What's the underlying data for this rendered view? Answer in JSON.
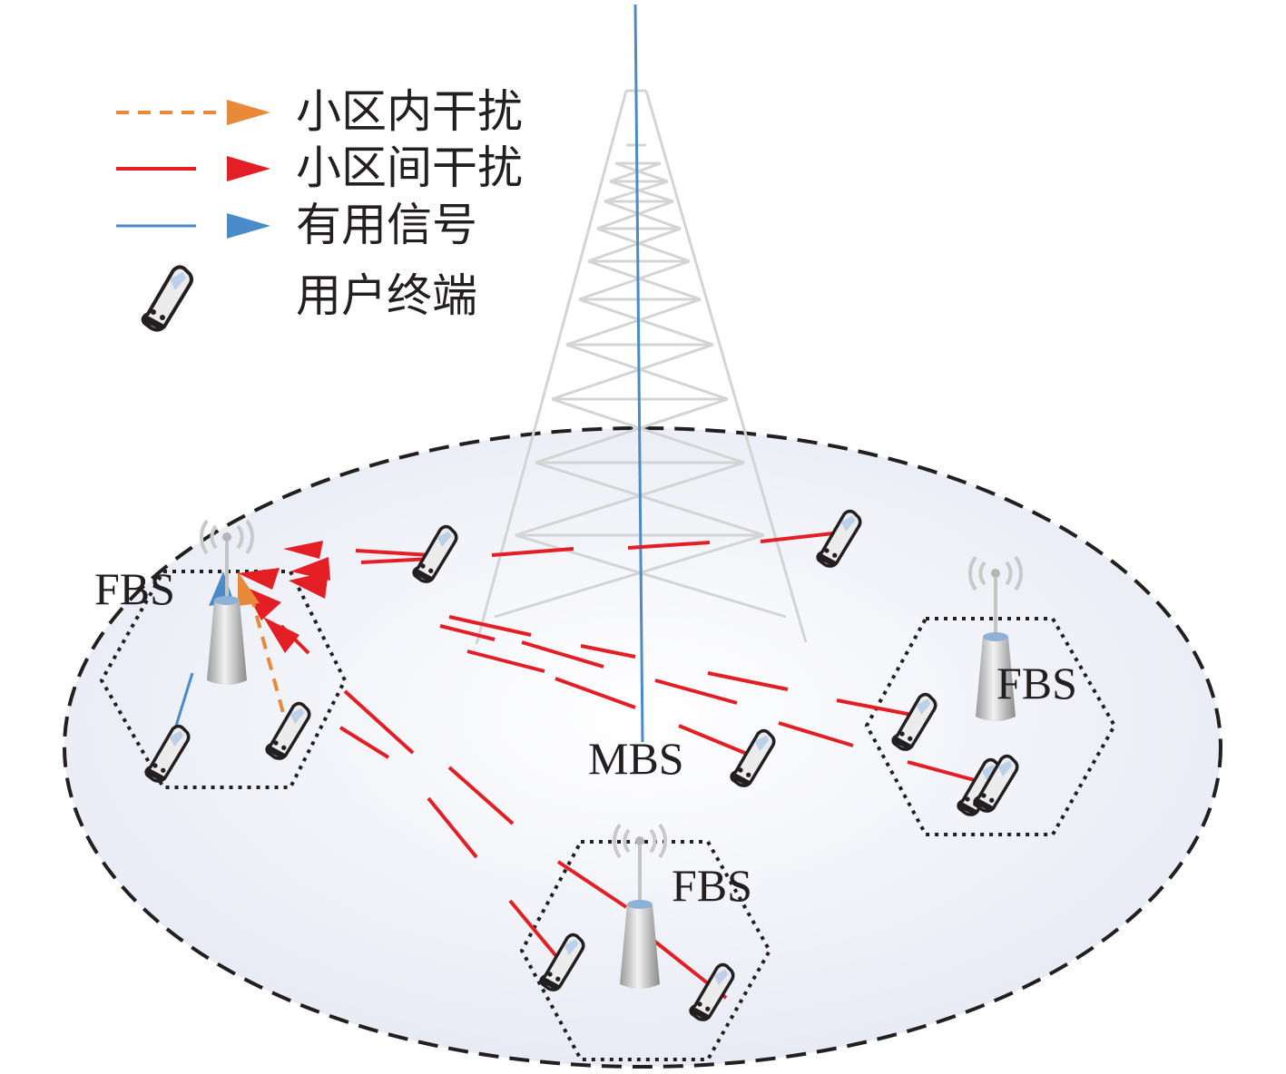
{
  "legend": {
    "intra_cell_interference": "小区内干扰",
    "inter_cell_interference": "小区间干扰",
    "useful_signal": "有用信号",
    "user_terminal": "用户终端"
  },
  "labels": {
    "macro_base_station": "MBS",
    "femto_base_station_left": "FBS",
    "femto_base_station_right": "FBS",
    "femto_base_station_bottom": "FBS"
  },
  "colors": {
    "intra_cell_interference": "#e8893a",
    "inter_cell_interference": "#e31e24",
    "useful_signal": "#4a8bc9",
    "macro_cell_boundary": "#231f20",
    "femto_cell_boundary": "#231f20"
  },
  "icons": {
    "user_terminal": "mobile-phone-icon",
    "femto_base_station": "femto-antenna-icon",
    "macro_base_station": "lattice-tower-icon"
  }
}
